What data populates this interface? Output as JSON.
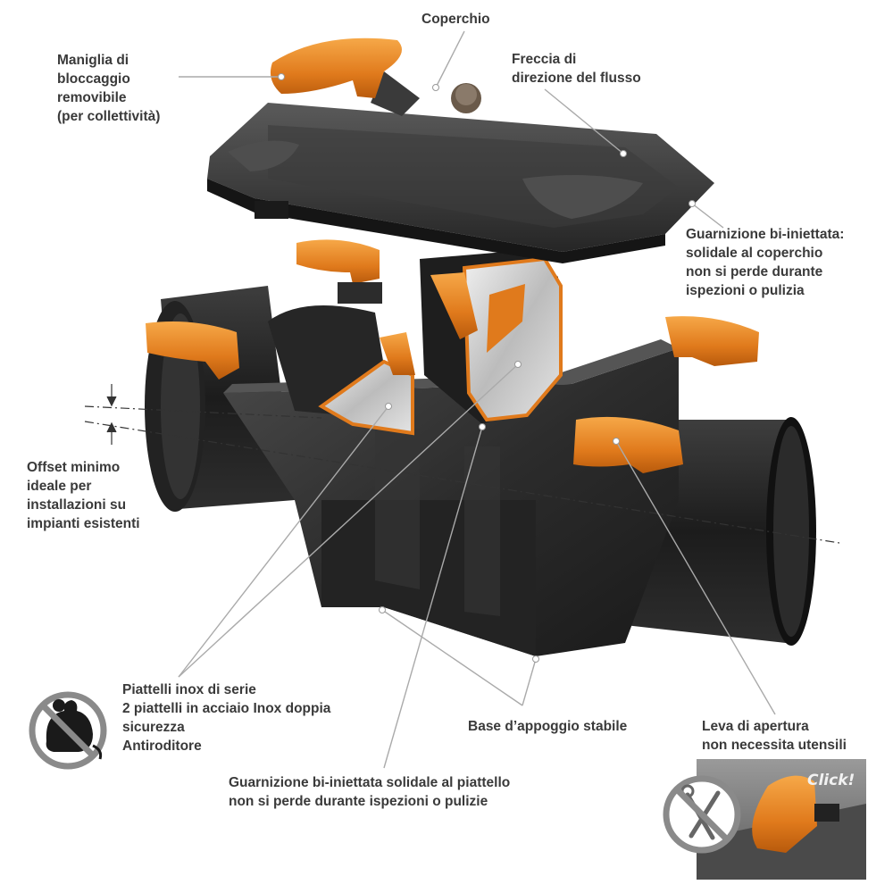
{
  "labels": {
    "coperchio": "Coperchio",
    "maniglia": [
      "Maniglia di",
      "bloccaggio",
      "removibile",
      "(per collettività)"
    ],
    "freccia": [
      "Freccia di",
      "direzione del flusso"
    ],
    "guarnizione_coperchio": [
      "Guarnizione bi-iniettata:",
      "solidale al coperchio",
      "non si perde durante",
      "ispezioni o pulizia"
    ],
    "offset": [
      "Offset minimo",
      "ideale per",
      "installazioni su",
      "impianti esistenti"
    ],
    "piattelli": [
      "Piattelli inox di serie",
      "2 piattelli in acciaio Inox doppia",
      "sicurezza",
      "Antiroditore"
    ],
    "base": "Base d’appoggio stabile",
    "leva": [
      "Leva di apertura",
      "non necessita utensili"
    ],
    "guarnizione_piattello": [
      "Guarnizione bi-iniettata solidale al piattello",
      "non si perde durante ispezioni o pulizie"
    ]
  },
  "inset": {
    "click_text": "Click!"
  },
  "colors": {
    "body": "#2a2a2a",
    "body_light": "#4a4a4a",
    "orange": "#e07a1c",
    "orange_light": "#f4a040",
    "steel": "#c8c8c8",
    "label_text": "#3a3a3a",
    "leader_line": "#aaaaaa",
    "prohibit_ring": "#8a8a8a"
  },
  "icons": [
    "rodent-prohibited-icon",
    "tools-prohibited-icon"
  ]
}
